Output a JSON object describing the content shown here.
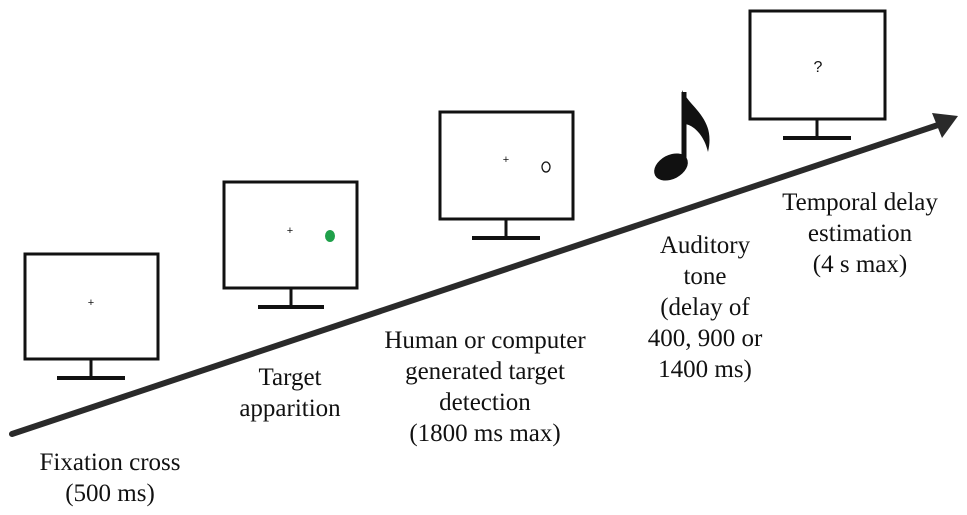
{
  "stages": [
    {
      "caption": "Fixation cross\n(500 ms)",
      "screen": {
        "cross": "+"
      }
    },
    {
      "caption": "Target\napparition",
      "screen": {
        "cross": "+",
        "target": "green-dot"
      }
    },
    {
      "caption": "Human or computer\ngenerated target\ndetection\n(1800 ms max)",
      "screen": {
        "cross": "+",
        "target": "hollow-circle"
      }
    },
    {
      "caption": "Auditory\ntone\n(delay of\n400, 900 or\n1400 ms)",
      "icon": "eighth-note-icon"
    },
    {
      "caption": "Temporal delay\nestimation\n(4 s max)",
      "screen": {
        "question": "?"
      }
    }
  ],
  "colors": {
    "stroke": "#111111",
    "target_fill": "#1fa04a",
    "arrow": "#2a2a2a"
  }
}
